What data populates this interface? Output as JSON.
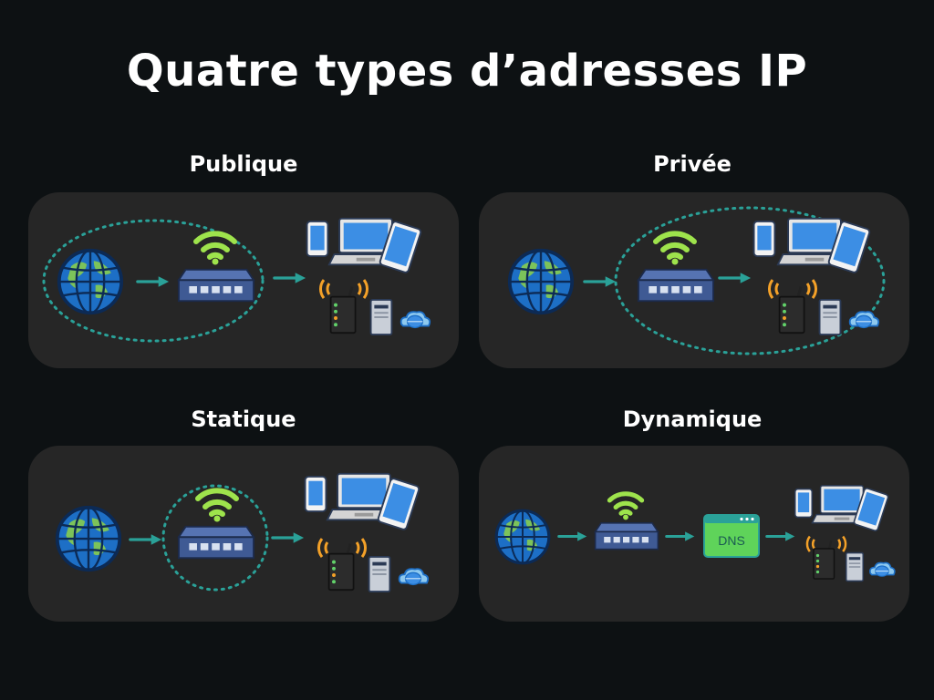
{
  "title": "Quatre types d’adresses IP",
  "panels": [
    {
      "label": "Publique"
    },
    {
      "label": "Privée"
    },
    {
      "label": "Statique"
    },
    {
      "label": "Dynamique",
      "dns_label": "DNS"
    }
  ],
  "colors": {
    "background": "#0d1113",
    "panel": "#262626",
    "arrow": "#2aa198",
    "dotted_ring": "#2aa198",
    "wifi": "#9ee34c",
    "router": "#3f5a94",
    "globe_ocean": "#1d6fc6",
    "globe_land": "#7cc35a",
    "dns_box": "#5fd35a"
  }
}
